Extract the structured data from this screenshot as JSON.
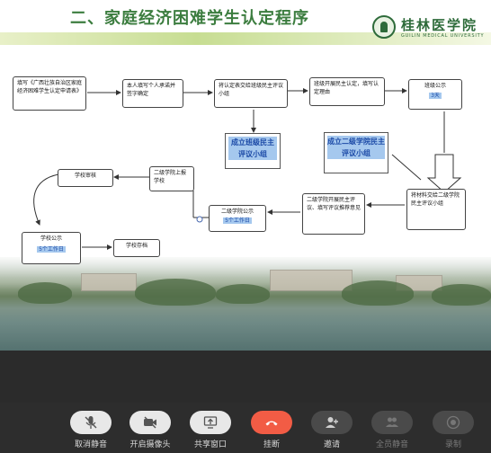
{
  "slide": {
    "title": "二、家庭经济困难学生认定程序",
    "logo_name": "桂林医学院",
    "logo_en": "GUILIN MEDICAL UNIVERSITY"
  },
  "flow": {
    "box1": "填写《广西壮族自治区家庭经济困难学生认定申请表》",
    "box2": "本人填写个人承诺并签字确定",
    "box3": "将认定表交给班级民主评议小组",
    "box4": "班级开展民主认定，填写认定理由",
    "box5_main": "班级公示",
    "box5_tag": "3天",
    "box6": "成立班级民主评议小组",
    "box7": "成立二级学院民主评议小组",
    "box8": "将材料交给二级学院民主评议小组",
    "box9": "二级学院开展民主评议、填写评议推荐意见",
    "box10_main": "二级学院公示",
    "box10_tag": "5个工作日",
    "box11": "二级学院上报学校",
    "box12": "学校审核",
    "box13_main": "学校公示",
    "box13_tag": "5个工作日",
    "box14": "学校存档"
  },
  "toolbar": {
    "mute": "取消静音",
    "camera": "开启摄像头",
    "share": "共享窗口",
    "hangup": "挂断",
    "invite": "邀请",
    "mute_all": "全员静音",
    "record": "录制"
  },
  "colors": {
    "title_green": "#3c7d3f",
    "highlight_bg": "#a5c8ee",
    "highlight_text": "#1b49a6",
    "hangup_red": "#f25c45"
  }
}
